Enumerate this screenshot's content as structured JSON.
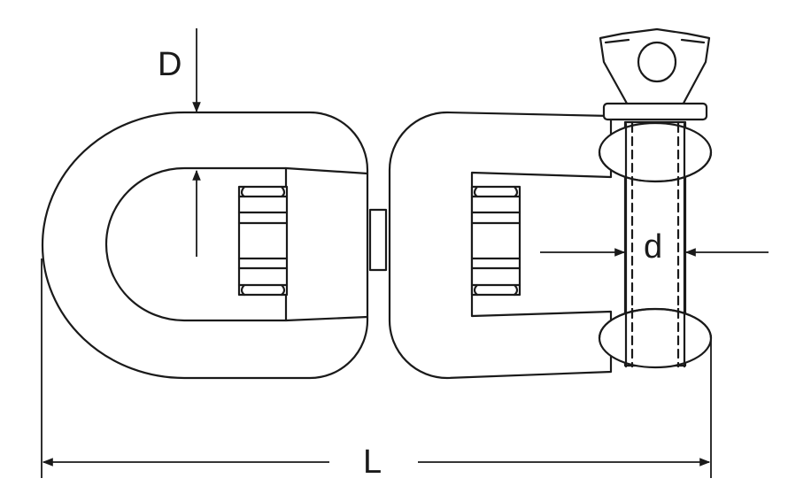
{
  "diagram": {
    "labels": {
      "D": "D",
      "d": "d",
      "L": "L"
    },
    "colors": {
      "line": "#1a1a1a",
      "background": "#ffffff"
    }
  }
}
